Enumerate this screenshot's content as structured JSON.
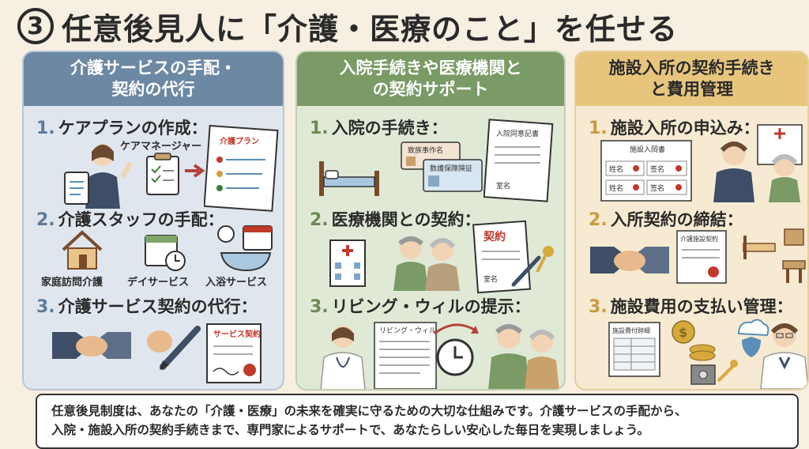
{
  "title": {
    "number": "3",
    "text": "任意後見人に「介護・医療のこと」を任せる"
  },
  "panels": [
    {
      "header": "介護サービスの手配・\n契約の代行",
      "steps": [
        {
          "num": "1.",
          "label": "ケアプランの作成："
        },
        {
          "num": "2.",
          "label": "介護スタッフの手配："
        },
        {
          "num": "3.",
          "label": "介護サービス契約の代行："
        }
      ],
      "care_manager_label": "ケアマネージャー",
      "care_plan_doc": "介護プラン",
      "services": [
        "家庭訪問介護",
        "デイサービス",
        "入浴サービス"
      ],
      "contract_doc": "サービス契約"
    },
    {
      "header": "入院手続きや医療機関と\nの契約サポート",
      "steps": [
        {
          "num": "1.",
          "label": "入院の手続き："
        },
        {
          "num": "2.",
          "label": "医療機関との契約："
        },
        {
          "num": "3.",
          "label": "リビング・ウィルの提示："
        }
      ],
      "admission_doc": "入院同意記書",
      "sign_label": "室名",
      "card1": "致族事作名",
      "card2": "数護保障険証",
      "contract_doc": "契約",
      "contract_sign": "室名",
      "living_will_doc": "リビング・ウィル"
    },
    {
      "header": "施設入所の契約手続き\nと費用管理",
      "steps": [
        {
          "num": "1.",
          "label": "施設入所の申込み："
        },
        {
          "num": "2.",
          "label": "入所契約の締結："
        },
        {
          "num": "3.",
          "label": "施設費用の支払い管理："
        }
      ],
      "application_doc": "施設入岡書",
      "field_name": "姓名",
      "field_sign": "签名",
      "contract_doc": "介護施設契約",
      "cost_doc": "施設費付辞細"
    }
  ],
  "footer": {
    "line1": "任意後見制度は、あなたの「介護・医療」の未来を確実に守るための大切な仕組みです。介護サービスの手配から、",
    "line2": "入院・施設入所の契約手続きまで、専門家によるサポートで、あなたらしい安心した毎日を実現しましょう。"
  },
  "colors": {
    "panel1_header": "#6c88a3",
    "panel2_header": "#7a9a66",
    "panel3_header": "#e7c57d",
    "background": "#f6efe2"
  }
}
